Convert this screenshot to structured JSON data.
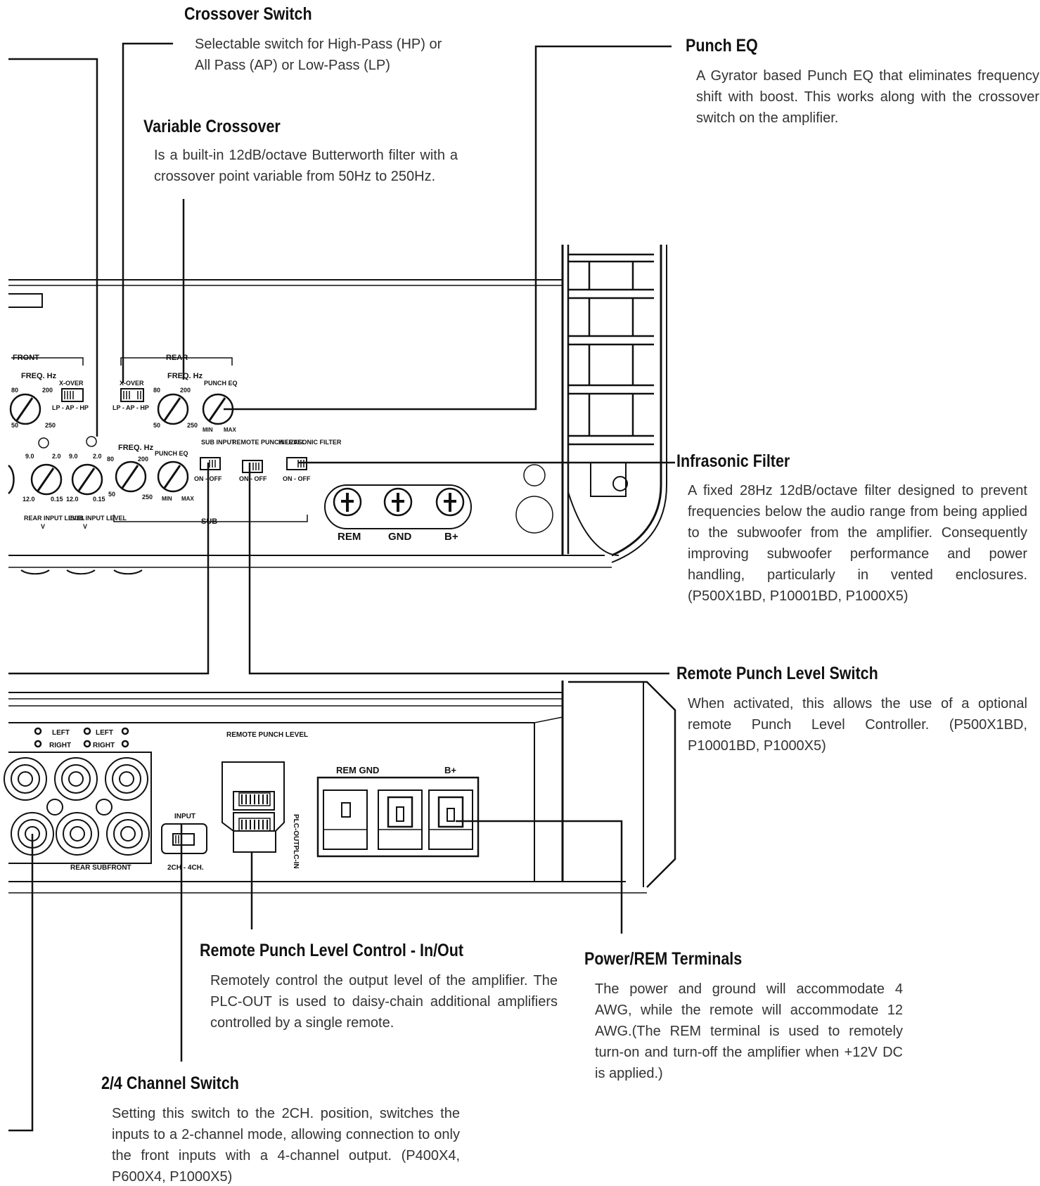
{
  "callouts": {
    "crossover_switch": {
      "title": "Crossover Switch",
      "body": "Selectable switch for High-Pass (HP) or All Pass (AP) or Low-Pass (LP)"
    },
    "variable_crossover": {
      "title": "Variable Crossover",
      "body": "Is a built-in 12dB/octave Butterworth filter with a crossover point variable from 50Hz to 250Hz."
    },
    "punch_eq": {
      "title": "Punch EQ",
      "body": "A Gyrator based Punch EQ that eliminates frequency shift with boost. This works along with the crossover switch on the amplifier."
    },
    "infrasonic_filter": {
      "title": "Infrasonic Filter",
      "body": "A fixed 28Hz 12dB/octave filter designed to prevent frequencies below the audio range from being applied to the subwoofer from the amplifier. Consequently improving subwoofer performance and power handling, particularly in vented enclosures. (P500X1BD, P10001BD, P1000X5)"
    },
    "remote_punch_level_switch": {
      "title": "Remote Punch Level Switch",
      "body": "When activated, this allows the use of a optional remote Punch Level Controller. (P500X1BD, P10001BD, P1000X5)"
    },
    "remote_punch_level_control": {
      "title": "Remote Punch Level Control - In/Out",
      "body": "Remotely control the output level of the amplifier. The PLC-OUT is used to daisy-chain additional amplifiers controlled by a single remote."
    },
    "power_rem_terminals": {
      "title": "Power/REM Terminals",
      "body": "The power and ground will accommodate 4 AWG, while the remote will accommodate 12 AWG.(The REM terminal is used to remotely turn-on and turn-off the amplifier when +12V DC is applied.)"
    },
    "channel_switch": {
      "title": "2/4 Channel Switch",
      "body": "Setting this switch to the 2CH. position, switches the inputs to a 2-channel mode, allowing connection to only the front inputs with a 4-channel output. (P400X4, P600X4, P1000X5)"
    }
  },
  "panel_labels": {
    "front": "FRONT",
    "rear": "REAR",
    "sub": "SUB",
    "freq_hz": "FREQ. Hz",
    "x_over": "X-OVER",
    "x_over_options": "LP - AP - HP",
    "punch_eq": "PUNCH EQ",
    "sub_input": "SUB INPUT",
    "remote_punch_level": "REMOTE PUNCH LEVEL",
    "infrasonic_filter": "INFRASONIC FILTER",
    "on_off": "ON - OFF",
    "min": "MIN",
    "max": "MAX",
    "f80": "80",
    "f200": "200",
    "f50": "50",
    "f250": "250",
    "v90": "9.0",
    "v20": "2.0",
    "v120": "12.0",
    "v015": "0.15",
    "rear_input_level": "REAR INPUT LEVEL",
    "sub_input_level": "SUB INPUT LEVEL",
    "volt": "V",
    "rem": "REM",
    "gnd": "GND",
    "bplus": "B+"
  },
  "back_labels": {
    "left": "LEFT",
    "right": "RIGHT",
    "remote_punch_level": "REMOTE PUNCH LEVEL",
    "input": "INPUT",
    "ch_options": "2CH - 4CH.",
    "rear_sub_front": "REAR SUBFRONT",
    "rem_gnd": "REM GND",
    "bplus": "B+",
    "plc_vertical": "PLC-OUTPLC-IN"
  }
}
